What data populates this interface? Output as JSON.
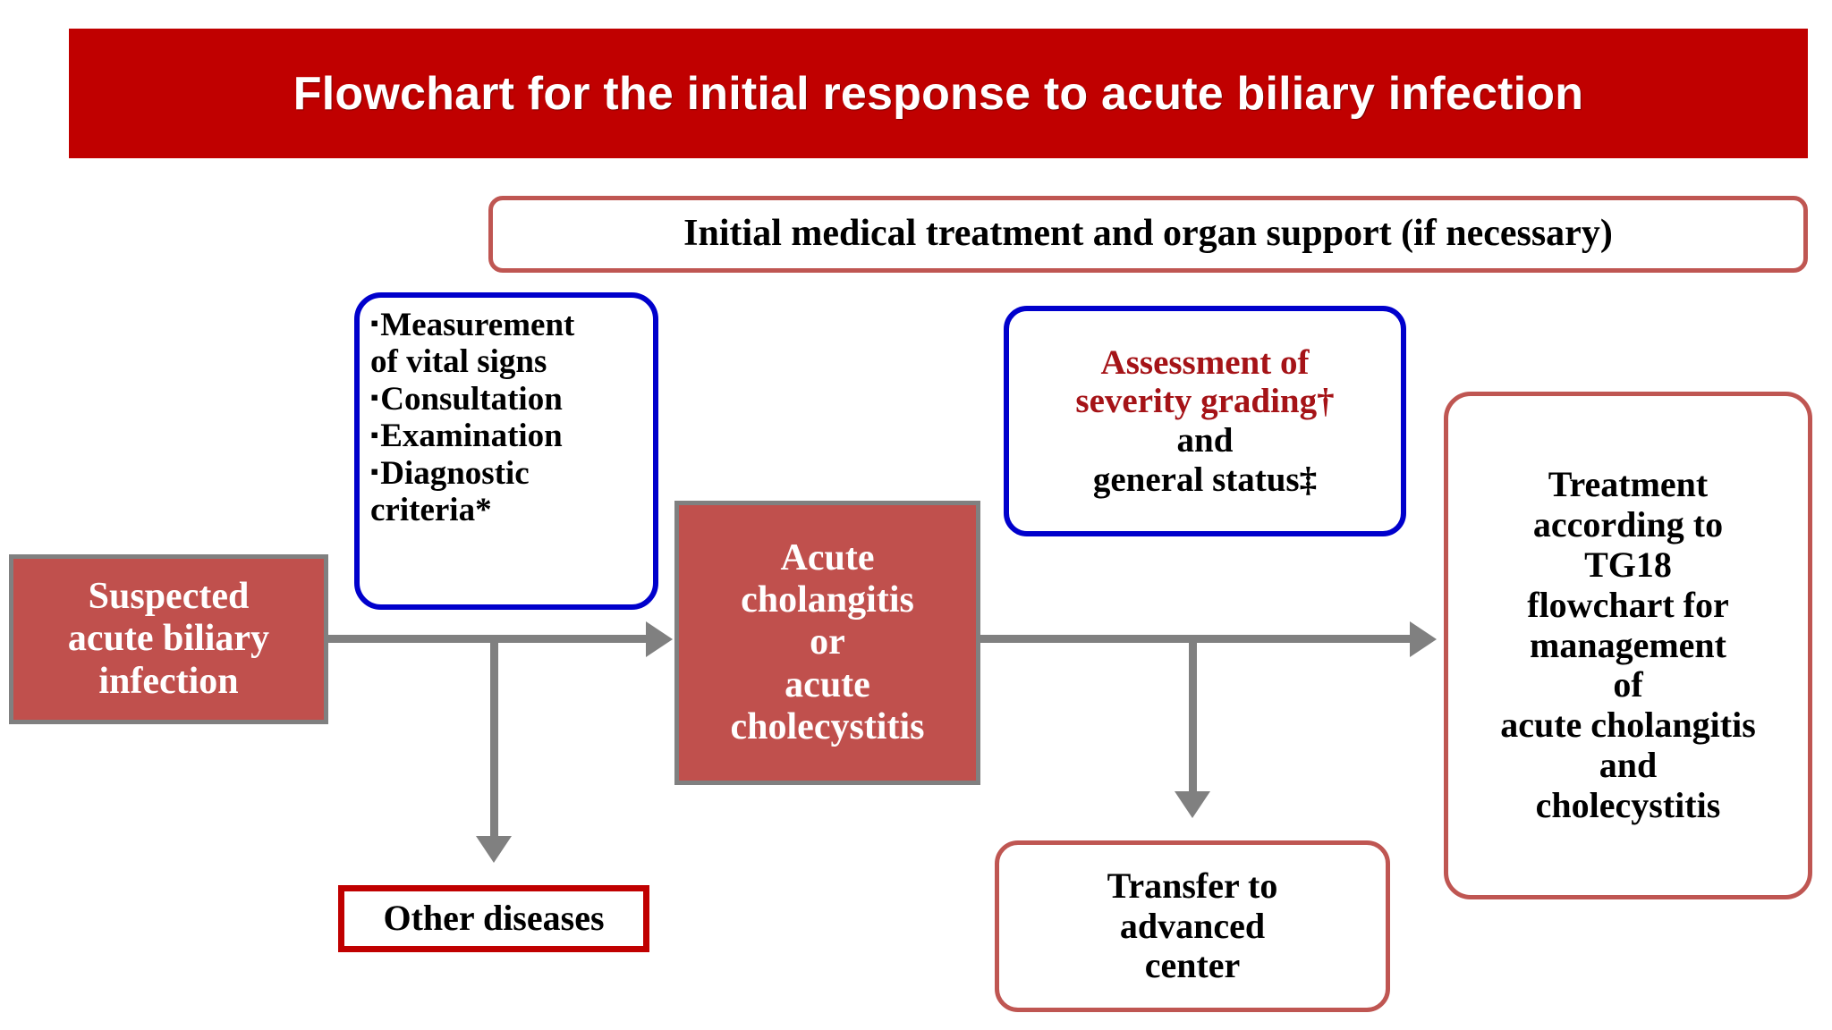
{
  "title": {
    "text": "Flowchart for the initial response to acute biliary infection",
    "background": "#C00000",
    "color": "#FFFFFF"
  },
  "nodes": {
    "initial_treatment": {
      "label": "Initial medical treatment and organ support (if necessary)",
      "border_color": "#BF5652"
    },
    "suspected": {
      "label": "Suspected acute biliary infection",
      "fill": "#C0504D",
      "border_color": "#808080",
      "text_color": "#FFFFFF",
      "lines": [
        "Suspected",
        "acute biliary",
        "infection"
      ]
    },
    "assessment_list": {
      "border_color": "#0000CC",
      "bullet": "▪",
      "lines": [
        "Measurement",
        "of vital signs",
        "Consultation",
        "Examination",
        "Diagnostic",
        "criteria*"
      ],
      "items": [
        "Measurement of vital signs",
        "Consultation",
        "Examination",
        "Diagnostic criteria*"
      ]
    },
    "cholangitis": {
      "fill": "#C0504D",
      "border_color": "#808080",
      "text_color": "#FFFFFF",
      "lines": [
        "Acute",
        "cholangitis",
        "or",
        "acute",
        "cholecystitis"
      ]
    },
    "severity": {
      "border_color": "#0000CC",
      "red_color": "#A51317",
      "line1": "Assessment of",
      "line2": "severity grading†",
      "line3": "and",
      "line4": "general status‡"
    },
    "other_diseases": {
      "label": "Other diseases",
      "border_color": "#C00000"
    },
    "transfer": {
      "border_color": "#BF5652",
      "lines": [
        "Transfer to",
        "advanced",
        "center"
      ]
    },
    "treatment": {
      "border_color": "#BF5652",
      "lines": [
        "Treatment",
        "according to",
        "TG18",
        "flowchart for",
        "management",
        "of",
        "acute cholangitis",
        "and",
        "cholecystitis"
      ]
    }
  },
  "connectors": {
    "color": "#808080"
  }
}
